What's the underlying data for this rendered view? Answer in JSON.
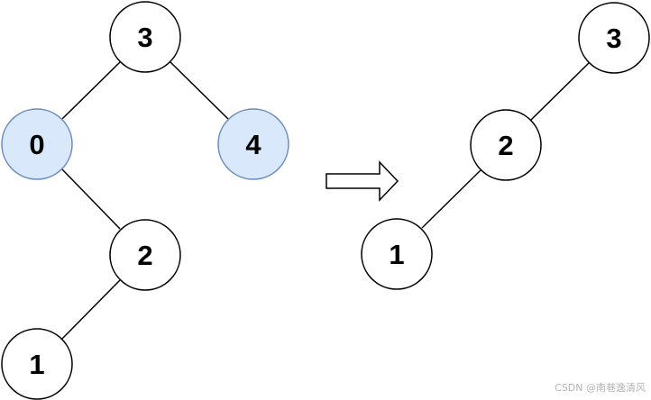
{
  "colors": {
    "default_fill": "#ffffff",
    "highlight_fill": "#dae8fc",
    "highlight_stroke": "#6c8ebf",
    "stroke": "#000000"
  },
  "before_tree": {
    "nodes": [
      {
        "id": "b3",
        "label": "3",
        "highlighted": false
      },
      {
        "id": "b0",
        "label": "0",
        "highlighted": true
      },
      {
        "id": "b4",
        "label": "4",
        "highlighted": true
      },
      {
        "id": "b2",
        "label": "2",
        "highlighted": false
      },
      {
        "id": "b1",
        "label": "1",
        "highlighted": false
      }
    ]
  },
  "transform_arrow": {
    "icon": "right-outline-arrow-icon"
  },
  "after_tree": {
    "nodes": [
      {
        "id": "a3",
        "label": "3",
        "highlighted": false
      },
      {
        "id": "a2",
        "label": "2",
        "highlighted": false
      },
      {
        "id": "a1",
        "label": "1",
        "highlighted": false
      }
    ]
  },
  "watermark": "CSDN @南巷逸清风"
}
